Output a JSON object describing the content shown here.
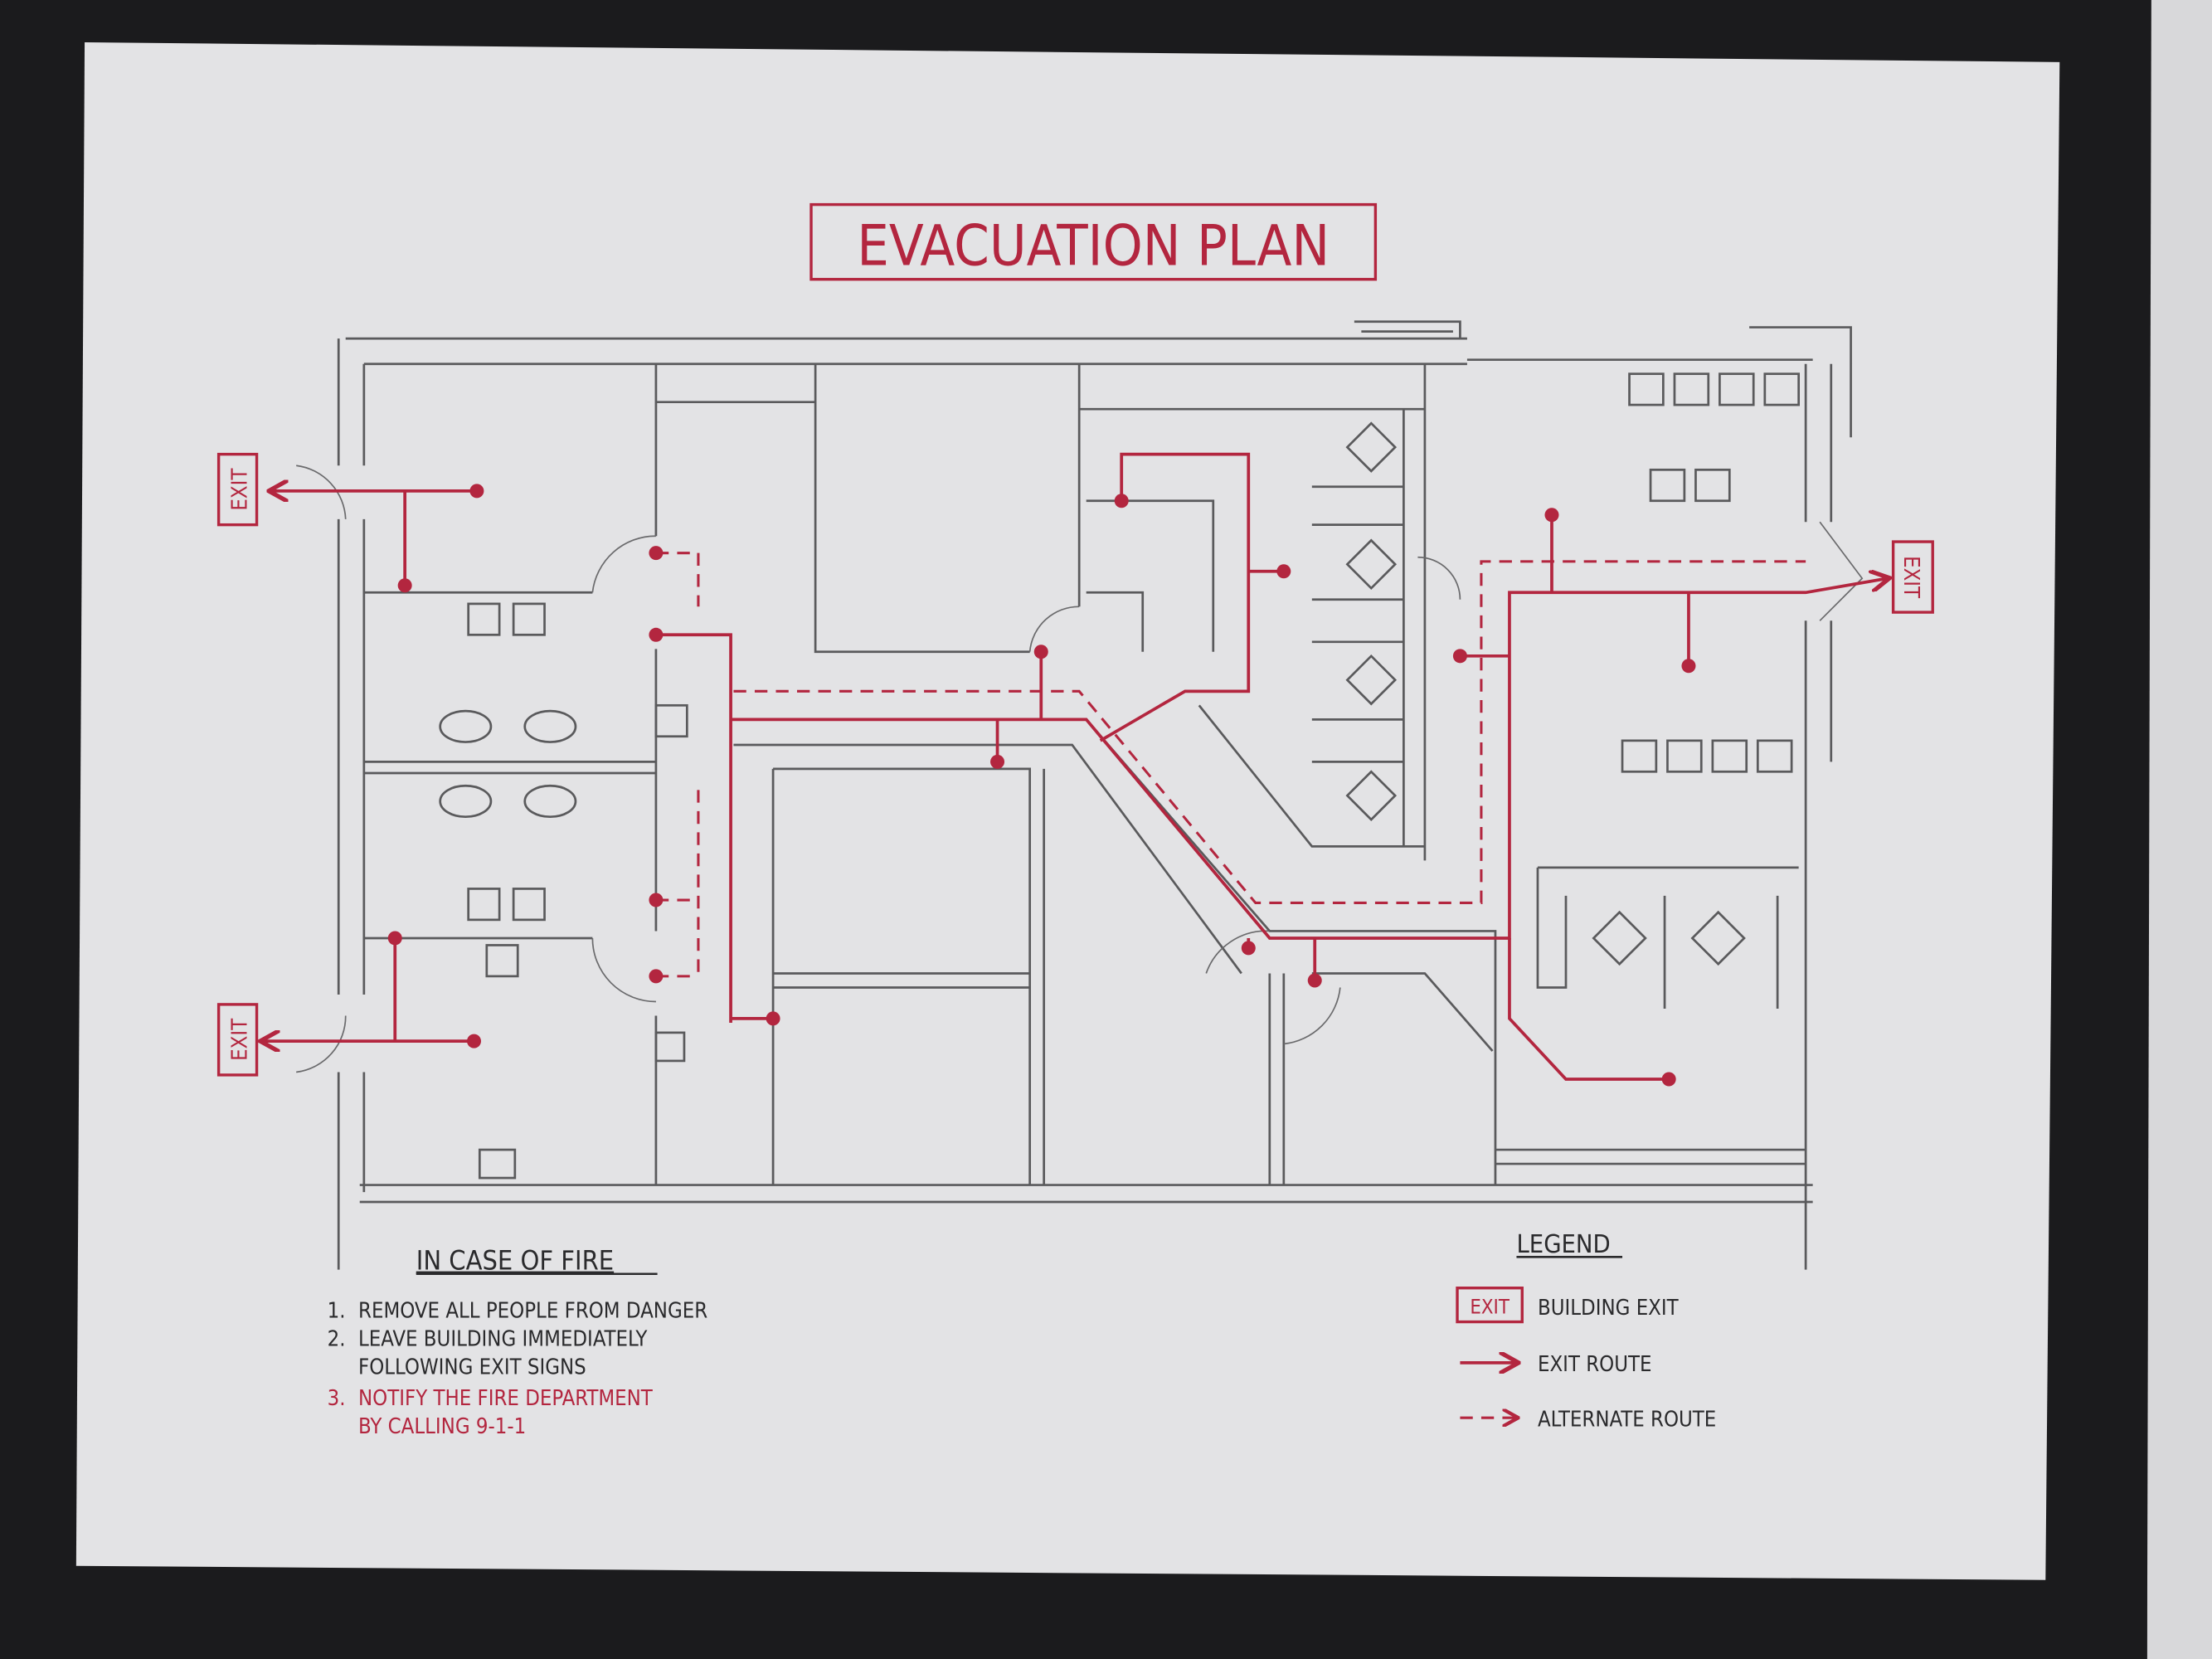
{
  "title": "EVACUATION PLAN",
  "exit_labels": [
    "EXIT",
    "EXIT",
    "EXIT"
  ],
  "instructions": {
    "heading": "IN CASE OF FIRE",
    "items": [
      {
        "number": "1.",
        "lines": [
          "REMOVE ALL PEOPLE FROM DANGER"
        ]
      },
      {
        "number": "2.",
        "lines": [
          "LEAVE BUILDING IMMEDIATELY",
          "FOLLOWING EXIT SIGNS"
        ]
      },
      {
        "number": "3.",
        "lines": [
          "NOTIFY THE FIRE DEPARTMENT",
          "BY CALLING 9-1-1"
        ]
      }
    ]
  },
  "legend": {
    "heading": "LEGEND",
    "items": [
      {
        "symbol": "EXIT",
        "label": "BUILDING EXIT"
      },
      {
        "label": "EXIT ROUTE"
      },
      {
        "label": "ALTERNATE ROUTE"
      }
    ]
  },
  "colors": {
    "route": "#b3263f",
    "walls": "#5a5a5c",
    "paper": "#e4e4e6",
    "frame": "#1b1b1d"
  }
}
